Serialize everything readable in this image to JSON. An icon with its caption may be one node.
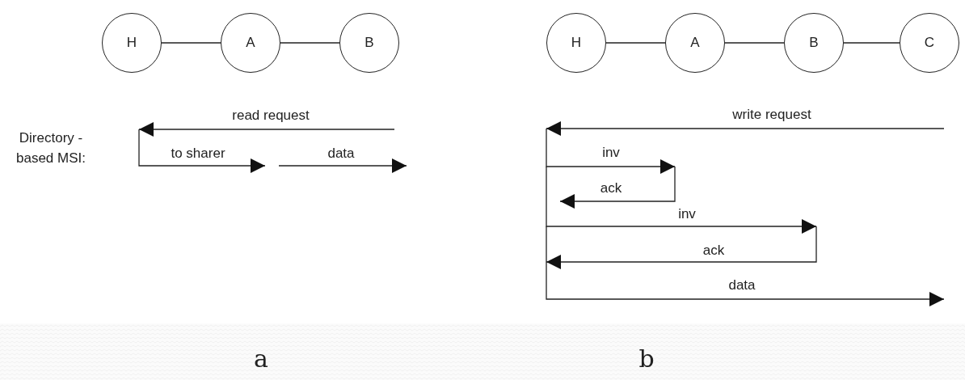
{
  "diagram": {
    "nodes": [
      {
        "text": [
          "H"
        ]
      },
      {
        "text": [
          "A"
        ]
      },
      {
        "text": [
          "B"
        ]
      },
      {
        "text": [
          "H"
        ]
      },
      {
        "text": [
          "A"
        ]
      },
      {
        "text": [
          "B"
        ]
      },
      {
        "text": [
          "C"
        ]
      }
    ],
    "edges": [
      {
        "from": 0,
        "to": 1,
        "arrow": "none"
      },
      {
        "from": 1,
        "to": 2,
        "arrow": "none"
      },
      {
        "from": 3,
        "to": 4,
        "arrow": "none"
      },
      {
        "from": 4,
        "to": 5,
        "arrow": "none"
      },
      {
        "from": 5,
        "to": 6,
        "arrow": "none"
      }
    ],
    "labels": [
      "Directory -based MSI:",
      "read request",
      "to sharer",
      "data",
      "write request",
      "inv",
      "ack",
      "inv",
      "ack",
      "data",
      "a",
      "b"
    ]
  }
}
